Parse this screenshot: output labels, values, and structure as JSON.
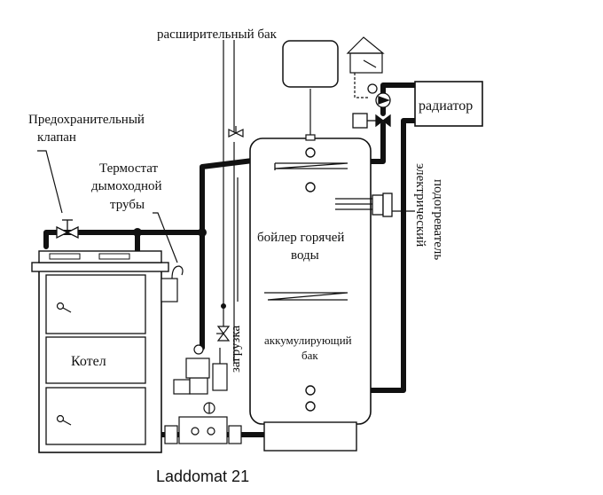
{
  "labels": {
    "expansion_tank": "расширительный бак",
    "radiator": "радиатор",
    "safety_valve_1": "Предохранительный",
    "safety_valve_2": "клапан",
    "thermostat_1": "Термостат",
    "thermostat_2": "дымоходной",
    "thermostat_3": "трубы",
    "electric_heater_1": "электрический",
    "electric_heater_2": "подогреватель",
    "hot_water_boiler_1": "бойлер горячей",
    "hot_water_boiler_2": "воды",
    "filling": "загрузка",
    "storage_tank_1": "аккумулирующий",
    "storage_tank_2": "бак",
    "boiler": "Котел",
    "caption": "Laddomat 21"
  }
}
